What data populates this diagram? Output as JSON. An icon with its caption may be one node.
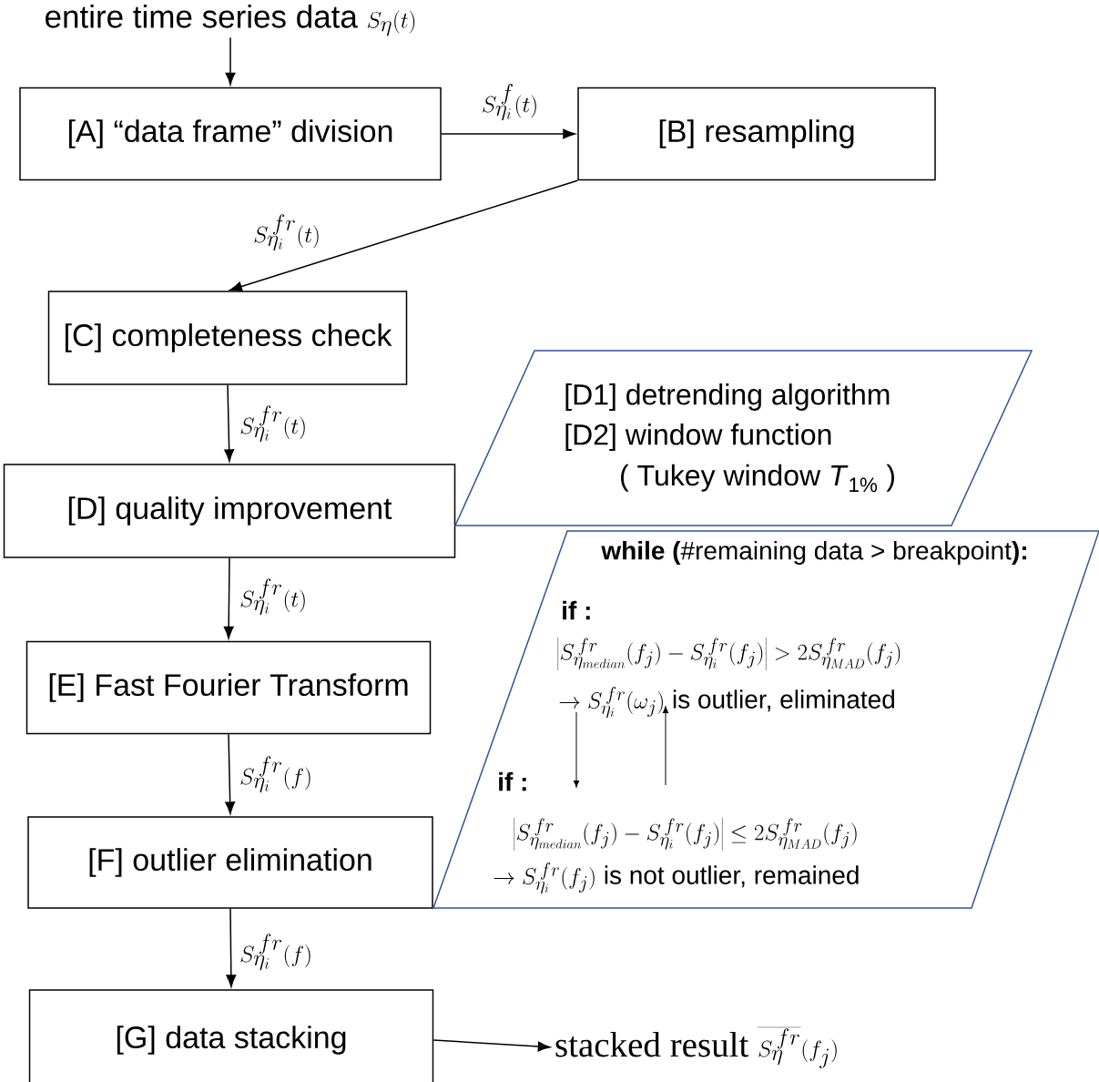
{
  "diagram": {
    "nodes": [
      {
        "text": [
          "entire time series data",
          "S_{\\eta}(t)"
        ]
      },
      {
        "text": [
          "[A] “data frame” division"
        ]
      },
      {
        "text": [
          "[B] resampling"
        ]
      },
      {
        "text": [
          "[C] completeness check"
        ]
      },
      {
        "text": [
          "[D] quality improvement"
        ]
      },
      {
        "text": [
          "[D1] detrending algorithm",
          "[D2] window function",
          "( Tukey window *T*$_{1%}$ )"
        ]
      },
      {
        "text": [
          "[E] Fast Fourier Transform"
        ]
      },
      {
        "text": [
          "[F] outlier elimination"
        ]
      },
      {
        "text": [
          "**while (**#remaining data > breakpoint**):**",
          "if :",
          "\\left|S_{\\eta_{median}}^{\\,fr}(f_j)-S_{\\eta_i}^{\\,fr}(f_j)\\right|>2S_{\\eta_{MAD}}^{\\,fr}(f_j)",
          "\\rightarrow S_{\\eta_i}^{\\,fr}(\\omega_j)",
          "is outlier, eliminated",
          "if :",
          "\\left|S_{\\eta_{median}}^{\\,fr}(f_j)-S_{\\eta_i}^{\\,fr}(f_j)\\right|\\leq 2S_{\\eta_{MAD}}^{\\,fr}(f_j)",
          "\\rightarrow S_{\\eta_i}^{\\,fr}(f_j)",
          "is not outlier, remained"
        ]
      },
      {
        "text": [
          "[G] data stacking"
        ]
      },
      {
        "text": [
          "stacked result",
          "\\overline{S_{\\eta}^{\\,fr}}(f_j)"
        ]
      }
    ],
    "edges": [
      {
        "from": 0,
        "to": 1,
        "arrow": "to"
      },
      {
        "from": 1,
        "to": 2,
        "arrow": "to",
        "label": "S_{\\eta_i}^{\\,f}(t)"
      },
      {
        "from": 2,
        "to": 3,
        "arrow": "to",
        "label": "S_{\\eta_i}^{\\,fr}(t)"
      },
      {
        "from": 3,
        "to": 4,
        "arrow": "to",
        "label": "S_{\\eta_i}^{\\,fr}(t)"
      },
      {
        "from": 4,
        "to": 6,
        "arrow": "to",
        "label": "S_{\\eta_i}^{\\,fr}(t)"
      },
      {
        "from": 6,
        "to": 7,
        "arrow": "to",
        "label": "S_{\\eta_i}^{\\,fr}(f)"
      },
      {
        "from": 7,
        "to": 9,
        "arrow": "to",
        "label": "S_{\\eta_i}^{\\,fr}(f)"
      },
      {
        "from": 9,
        "to": 10,
        "arrow": "to"
      }
    ]
  }
}
